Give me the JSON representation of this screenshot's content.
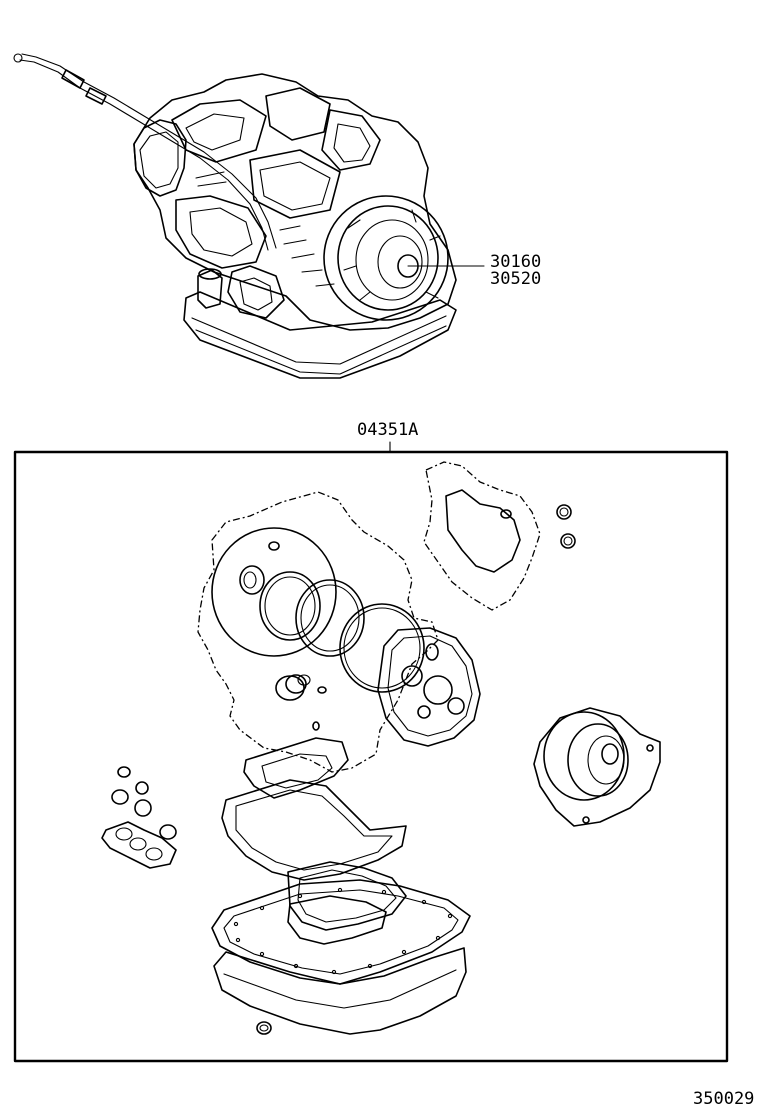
{
  "labels": {
    "part_a": "30160",
    "part_b": "30520",
    "kit": "04351A",
    "diagram_id": "350029"
  }
}
